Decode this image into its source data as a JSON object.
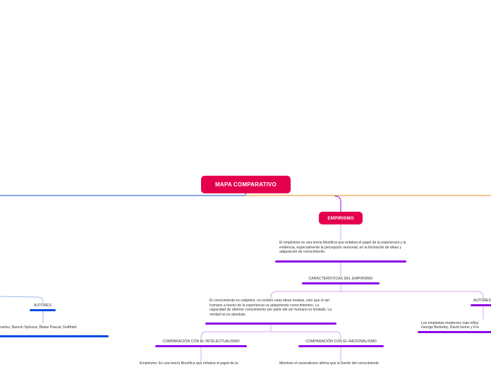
{
  "colors": {
    "central_topic": "#e4004e",
    "purple_branch": "#8d08e6",
    "blue_branch": "#0d4be0",
    "orange_branch": "#e88a1a",
    "light_purple_connector": "#d7a6f4",
    "light_blue_connector": "#9fb9ea"
  },
  "central": {
    "title": "MAPA COMPARATIVO"
  },
  "empirismo": {
    "title": "EMPIRISMO",
    "definition": "El empirismo es una teoría filosófica que enfatiza el papel de la experiencia y la evidencia, especialmente la percepción sensorial, en la formación de ideas y adquisición de conocimiento.",
    "characteristics_label": "CARACTERÍSTICAS DEL EMPIRISMO",
    "characteristic_text": "El conocimiento es subjetivo, no existen unas ideas innatas, sino que el ser humano a través de la experiencia va adquiriendo conocimientos. La capacidad de obtener conocimiento por parte del ser humano es limitado. La verdad no es absoluta.",
    "comparison_intellectualism_label": "COMPARACIÓN CON EL INTELECTUALISMO",
    "comparison_intellectualism_text": "Empirismo: Es una teoría filosófica que enfatiza el papel de la",
    "comparison_rationalism_label": "COMPARACIÓN CON EL RACIONALISMO",
    "comparison_rationalism_text": "Mientras el racionalismo afirma que la fuente del conocimiento",
    "authors_label": "AUTORES",
    "authors_text_line1": "Los empiristas modernos más influy",
    "authors_text_line2": "George Berkeley, David Hume y Fra"
  },
  "left_branch": {
    "authors_label": "AUTORES",
    "authors_text": "cartes, Baruch Spinoza, Blaise Pascal, Gottfried"
  }
}
